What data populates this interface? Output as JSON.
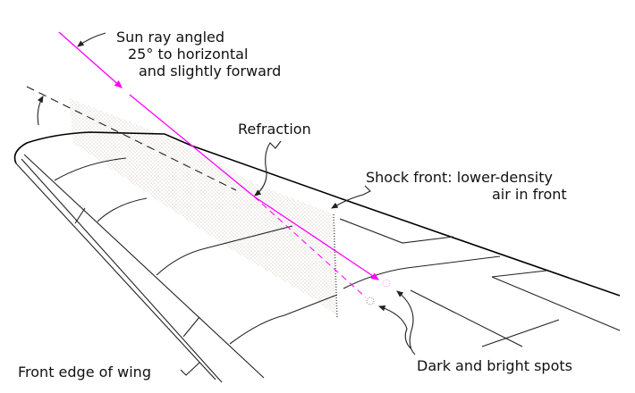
{
  "labels": {
    "sun_ray_line1": "Sun ray angled",
    "sun_ray_line2": "25° to horizontal",
    "sun_ray_line3": "and slightly forward",
    "refraction": "Refraction",
    "shock_front_line1": "Shock front:  lower-density",
    "shock_front_line2": "air in front",
    "spots": "Dark and bright spots",
    "front_edge": "Front edge of wing"
  },
  "colors": {
    "ray": "#ff00ff",
    "ink": "#222222",
    "stipple": "#b08a8a"
  }
}
